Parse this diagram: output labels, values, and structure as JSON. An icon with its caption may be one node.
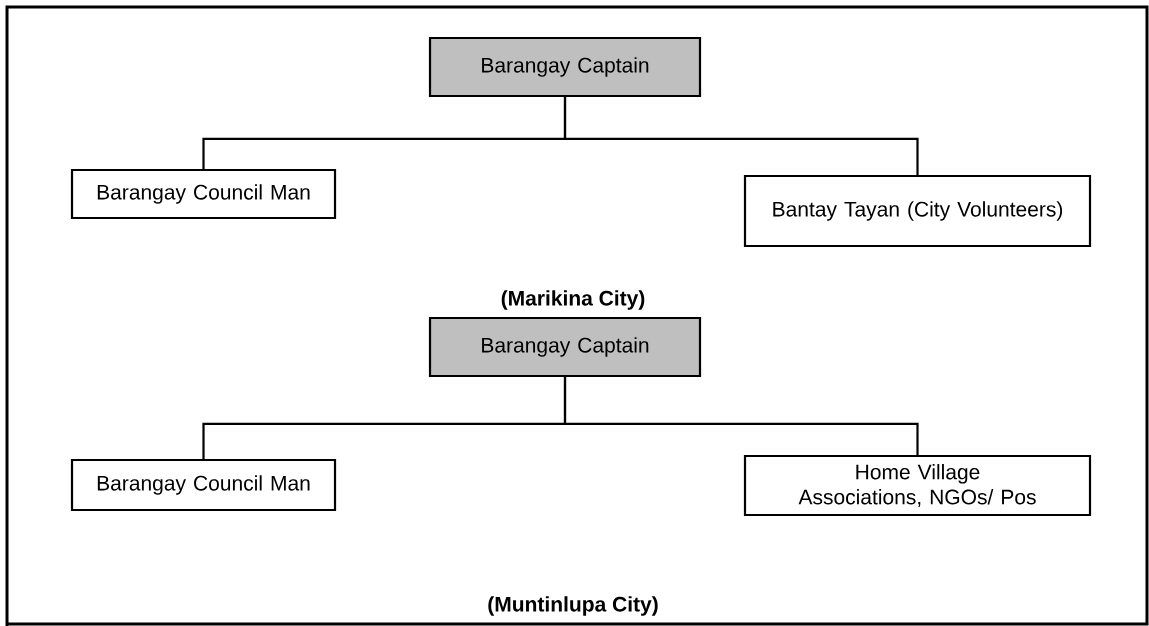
{
  "diagram": {
    "nodes": [
      {
        "text": [
          "Barangay Captain"
        ]
      },
      {
        "text": [
          "Barangay Council Man"
        ]
      },
      {
        "text": [
          "Bantay Tayan (City Volunteers)"
        ]
      },
      {
        "text": [
          "Barangay Captain"
        ]
      },
      {
        "text": [
          "Barangay Council Man"
        ]
      },
      {
        "text": [
          "Home Village Associations, NGOs/ Pos"
        ]
      }
    ],
    "edges": [
      {
        "from": 0,
        "to": 1,
        "arrow": "none"
      },
      {
        "from": 0,
        "to": 2,
        "arrow": "none"
      },
      {
        "from": 3,
        "to": 4,
        "arrow": "none"
      },
      {
        "from": 3,
        "to": 5,
        "arrow": "none"
      }
    ],
    "labels": [
      "(Marikina City)",
      "(Muntinlupa City)"
    ]
  }
}
